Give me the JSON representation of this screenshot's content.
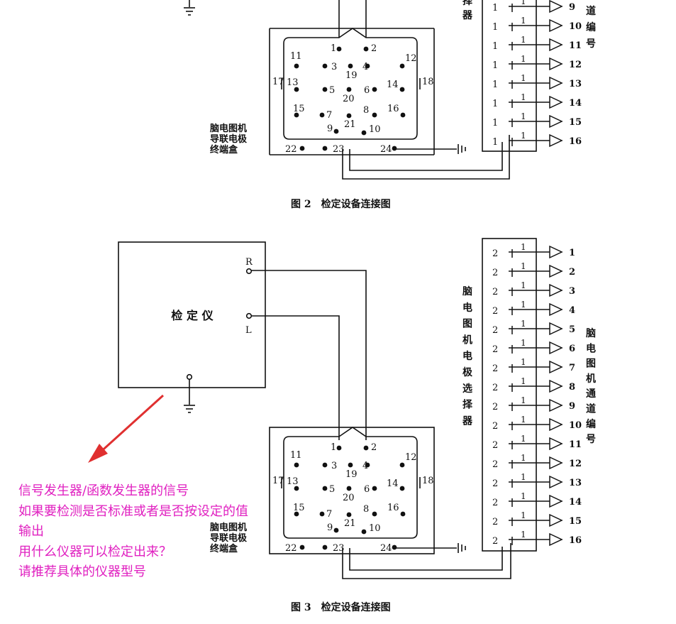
{
  "fig2": {
    "caption": "图 2　检定设备连接图",
    "selector_label_partial": "择器",
    "channel_label_partial": [
      "道",
      "编",
      "号"
    ],
    "channels": [
      "9",
      "10",
      "11",
      "12",
      "13",
      "14",
      "15",
      "16"
    ],
    "selector_rows": [
      "1",
      "1",
      "1",
      "1",
      "1",
      "1",
      "1",
      "1"
    ]
  },
  "fig3": {
    "caption": "图 3　检定设备连接图",
    "instrument": {
      "label": "检 定 仪",
      "r_label": "R",
      "l_label": "L"
    },
    "selector_label": [
      "脑",
      "电",
      "图",
      "机",
      "电",
      "极",
      "选",
      "择",
      "器"
    ],
    "channel_label": [
      "脑",
      "电",
      "图",
      "机",
      "通",
      "道",
      "编",
      "号"
    ],
    "channels": [
      "1",
      "2",
      "3",
      "4",
      "5",
      "6",
      "7",
      "8",
      "9",
      "10",
      "11",
      "12",
      "13",
      "14",
      "15",
      "16"
    ],
    "selector_rows": [
      "2",
      "2",
      "2",
      "2",
      "2",
      "2",
      "2",
      "2",
      "2",
      "2",
      "2",
      "2",
      "2",
      "2",
      "2",
      "2"
    ]
  },
  "terminal_box": {
    "label": [
      "脑电图机",
      "导联电极",
      "终端盒"
    ],
    "pins": [
      "1",
      "2",
      "3",
      "4",
      "5",
      "6",
      "7",
      "8",
      "9",
      "10",
      "11",
      "12",
      "13",
      "14",
      "15",
      "16",
      "17",
      "18",
      "19",
      "20",
      "21",
      "22",
      "23",
      "24"
    ]
  },
  "selector_pin_label": "1",
  "annotation": {
    "color": "#e020c0",
    "lines": [
      "信号发生器/函数发生器的信号",
      "如果要检测是否标准或者是否按设定的值",
      "输出",
      "用什么仪器可以检定出来？",
      "请推荐具体的仪器型号"
    ]
  }
}
